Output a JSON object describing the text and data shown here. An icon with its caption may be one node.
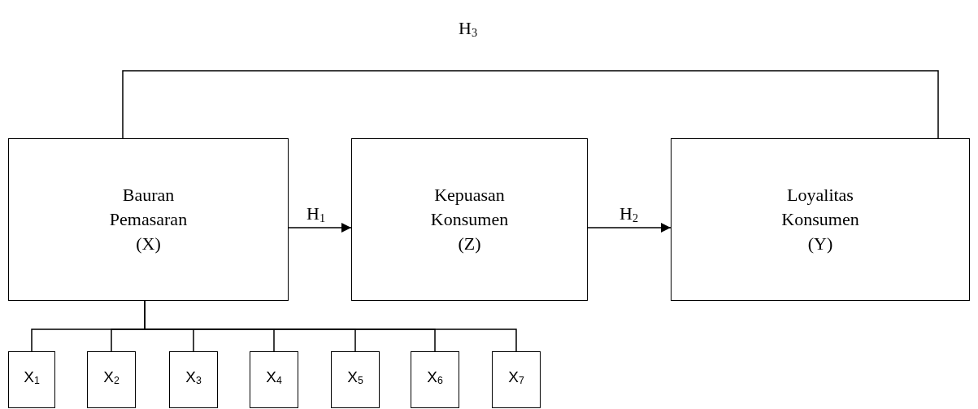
{
  "diagram": {
    "nodes": [
      {
        "text": [
          "Bauran Pemasaran (X)"
        ]
      },
      {
        "text": [
          "Kepuasan Konsumen (Z)"
        ]
      },
      {
        "text": [
          "Loyalitas Konsumen (Y)"
        ]
      },
      {
        "text": [
          "X$_{1}$"
        ]
      },
      {
        "text": [
          "X$_{2}$"
        ]
      },
      {
        "text": [
          "X$_{3}$"
        ]
      },
      {
        "text": [
          "X$_{4}$"
        ]
      },
      {
        "text": [
          "X$_{5}$"
        ]
      },
      {
        "text": [
          "X$_{6}$"
        ]
      },
      {
        "text": [
          "X$_{7}$"
        ]
      }
    ],
    "edges": [
      {
        "from": 0,
        "to": 1,
        "arrow": "to",
        "label": "H$_{1}$"
      },
      {
        "from": 1,
        "to": 2,
        "arrow": "to",
        "label": "H$_{2}$"
      },
      {
        "from": 0,
        "to": 2,
        "arrow": "none",
        "label": "H$_{3}$"
      },
      {
        "from": 0,
        "to": 3,
        "arrow": "none"
      },
      {
        "from": 0,
        "to": 4,
        "arrow": "none"
      },
      {
        "from": 0,
        "to": 5,
        "arrow": "none"
      },
      {
        "from": 0,
        "to": 6,
        "arrow": "none"
      },
      {
        "from": 0,
        "to": 7,
        "arrow": "none"
      },
      {
        "from": 0,
        "to": 8,
        "arrow": "none"
      },
      {
        "from": 0,
        "to": 9,
        "arrow": "none"
      }
    ]
  }
}
